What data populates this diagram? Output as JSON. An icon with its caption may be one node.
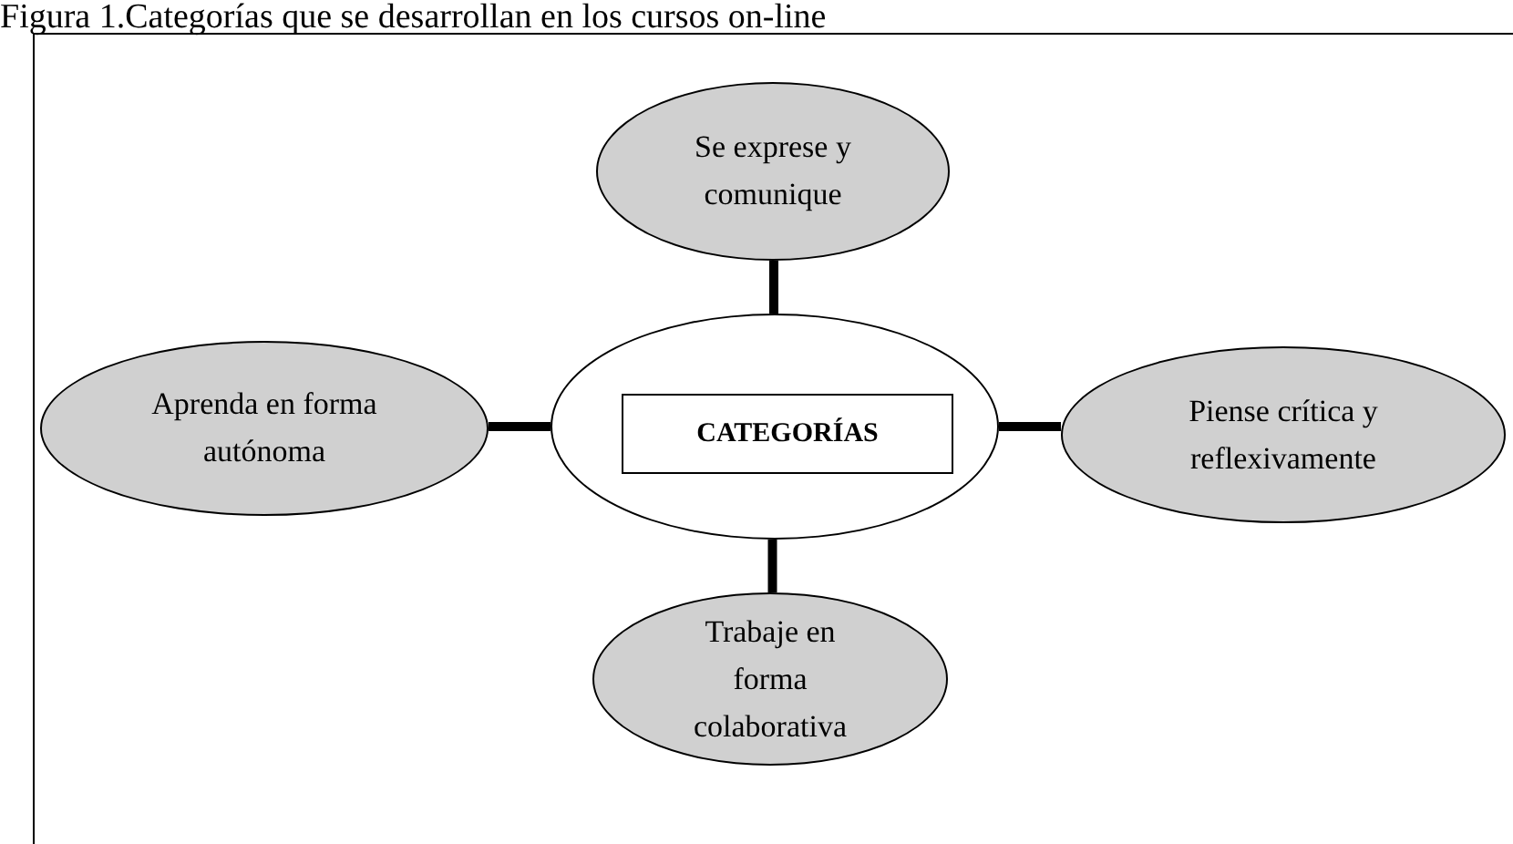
{
  "diagram": {
    "title": "Figura 1.Categorías  que se desarrollan en los cursos on-line",
    "nodes": [
      {
        "text": [],
        "shape": "ellipse"
      },
      {
        "text": [
          "CATEGORÍAS"
        ],
        "in": 0
      },
      {
        "text": [
          "Se exprese y comunique"
        ]
      },
      {
        "text": [
          "Aprenda en forma autónoma"
        ]
      },
      {
        "text": [
          "Piense crítica y reflexivamente"
        ]
      },
      {
        "text": [
          "Trabaje en forma colaborativa"
        ]
      }
    ],
    "edges": [
      {
        "from": 0,
        "to": 2,
        "arrow": "none"
      },
      {
        "from": 0,
        "to": 3,
        "arrow": "none"
      },
      {
        "from": 0,
        "to": 4,
        "arrow": "none"
      },
      {
        "from": 0,
        "to": 5,
        "arrow": "none"
      }
    ]
  }
}
